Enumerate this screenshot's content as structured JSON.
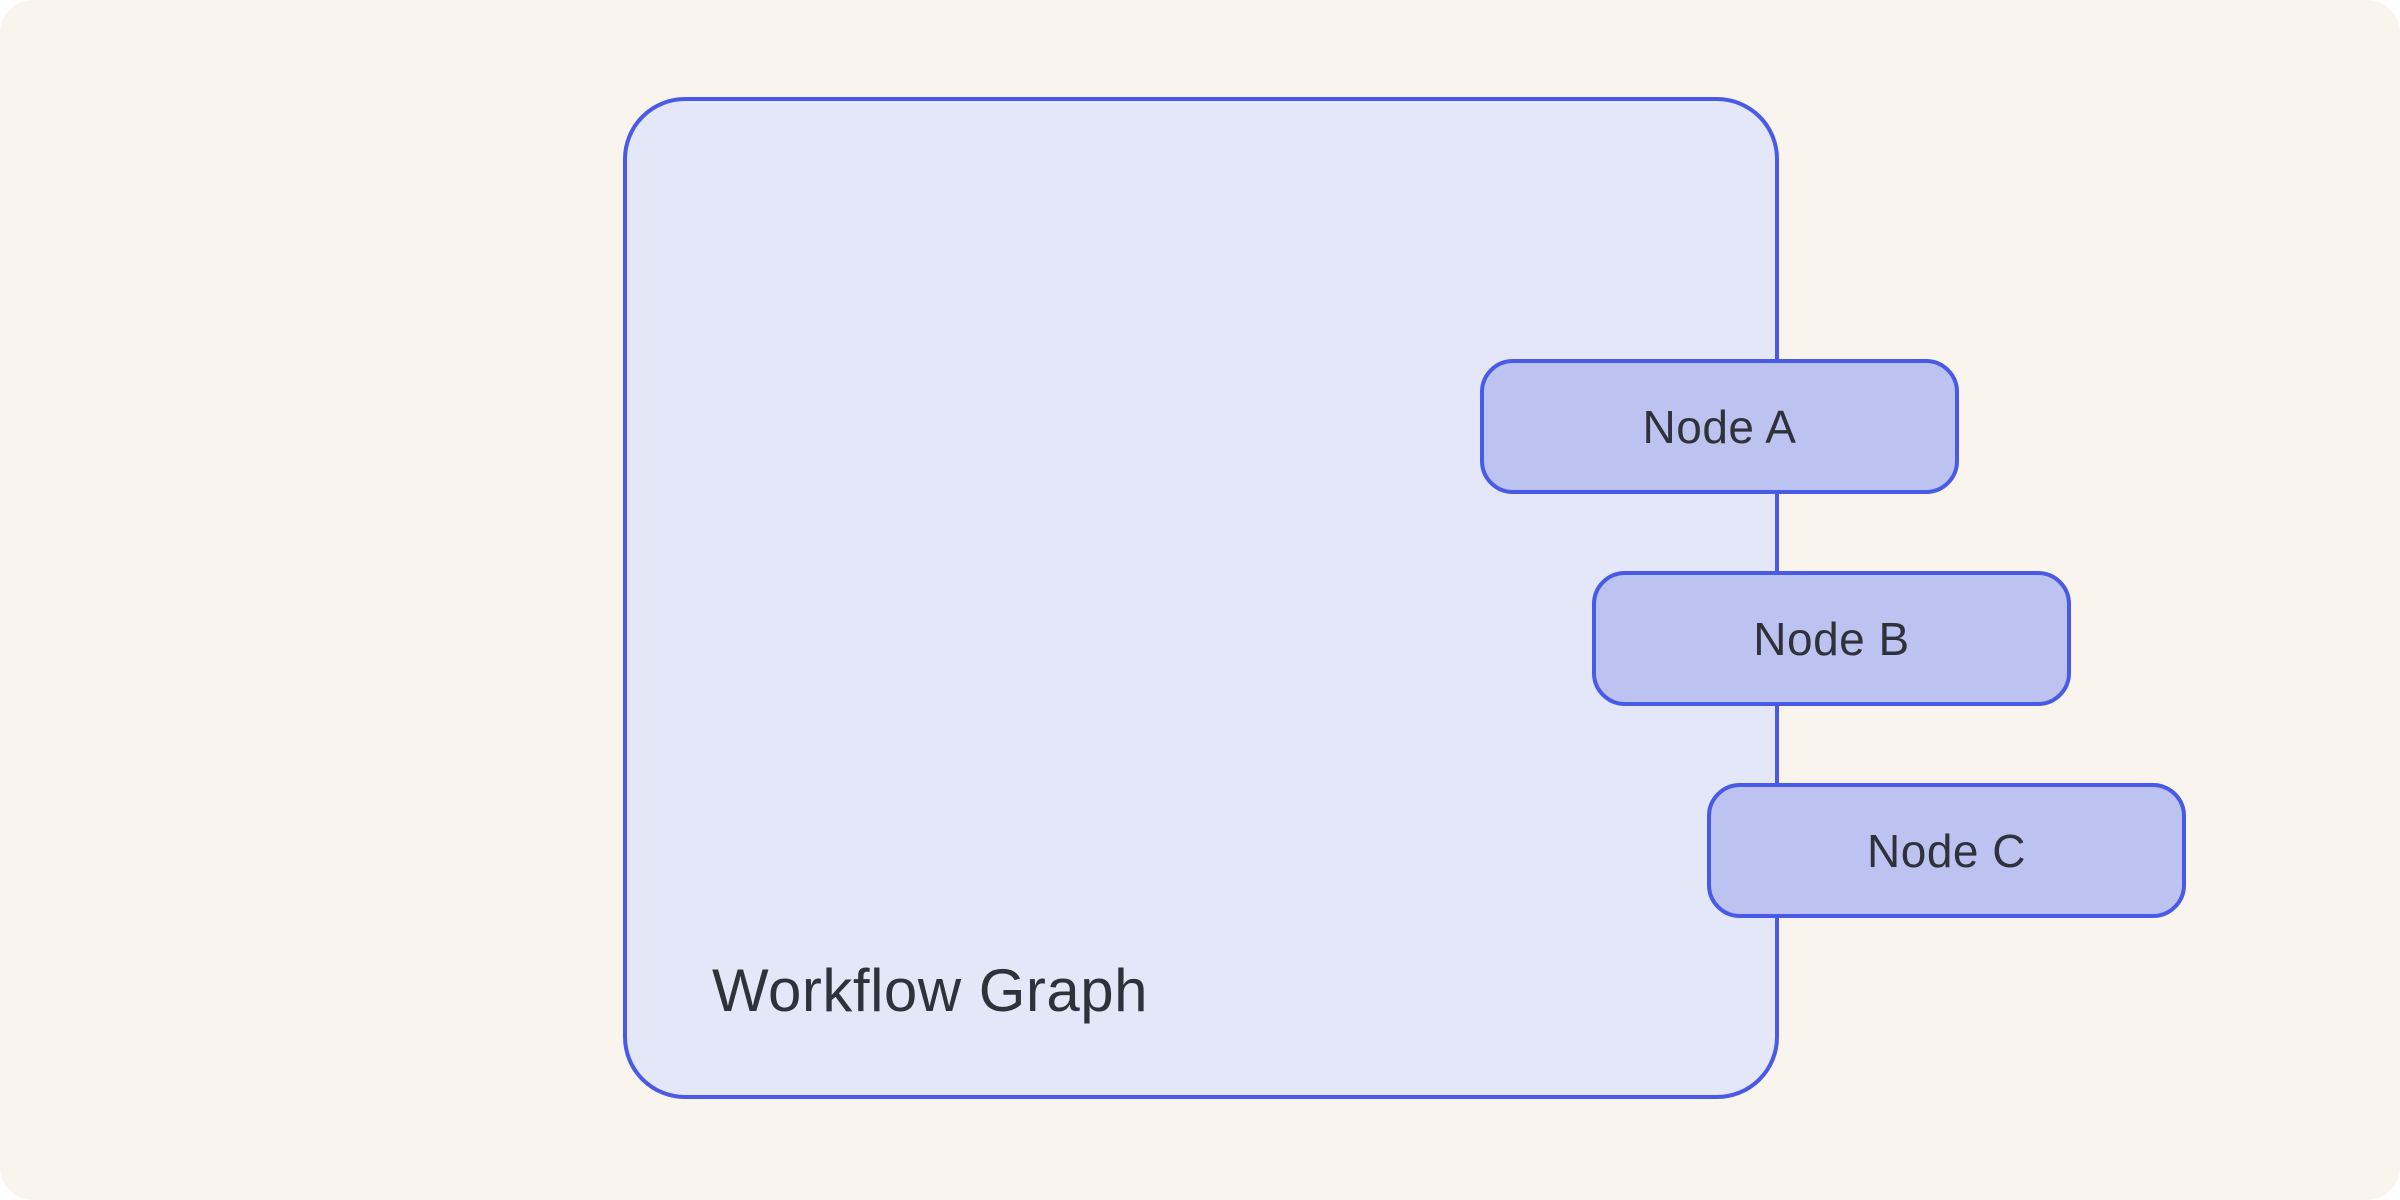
{
  "canvas": {
    "background_color": "#F9F4ED"
  },
  "panel": {
    "title": "Workflow Graph",
    "fill_color": "#E4E7F8",
    "border_color": "#4A5AE8"
  },
  "nodes": [
    {
      "id": "node-a",
      "label": "Node A"
    },
    {
      "id": "node-b",
      "label": "Node B"
    },
    {
      "id": "node-c",
      "label": "Node C"
    }
  ],
  "colors": {
    "canvas_bg": "#F9F4ED",
    "panel_fill": "#E4E7F8",
    "stroke": "#4A5AE8",
    "node_fill": "#BCC3F1",
    "text": "#2F323A"
  }
}
